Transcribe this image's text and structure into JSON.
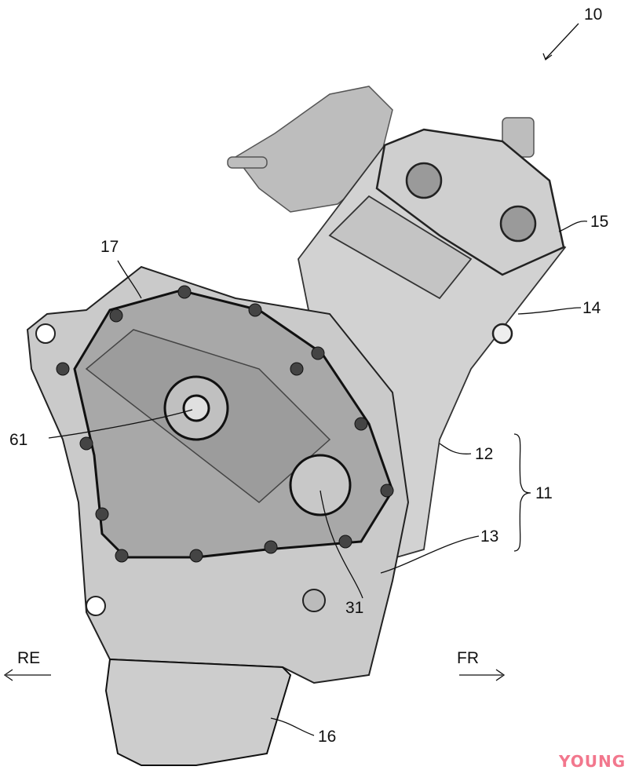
{
  "labels": {
    "engine": "10",
    "head_cover": "15",
    "cylinder": "14",
    "crankcase": "11",
    "upper_case": "12",
    "lower_case": "13",
    "side_cover": "17",
    "bolt": "61",
    "shaft": "31",
    "oil_pan": "16"
  },
  "directions": {
    "rear": "RE",
    "front": "FR"
  },
  "watermark": "YOUNG",
  "colors": {
    "body": "#c9c9c9",
    "dark": "#8a8a8a",
    "line": "#222222",
    "watermark": "#f0607a"
  }
}
